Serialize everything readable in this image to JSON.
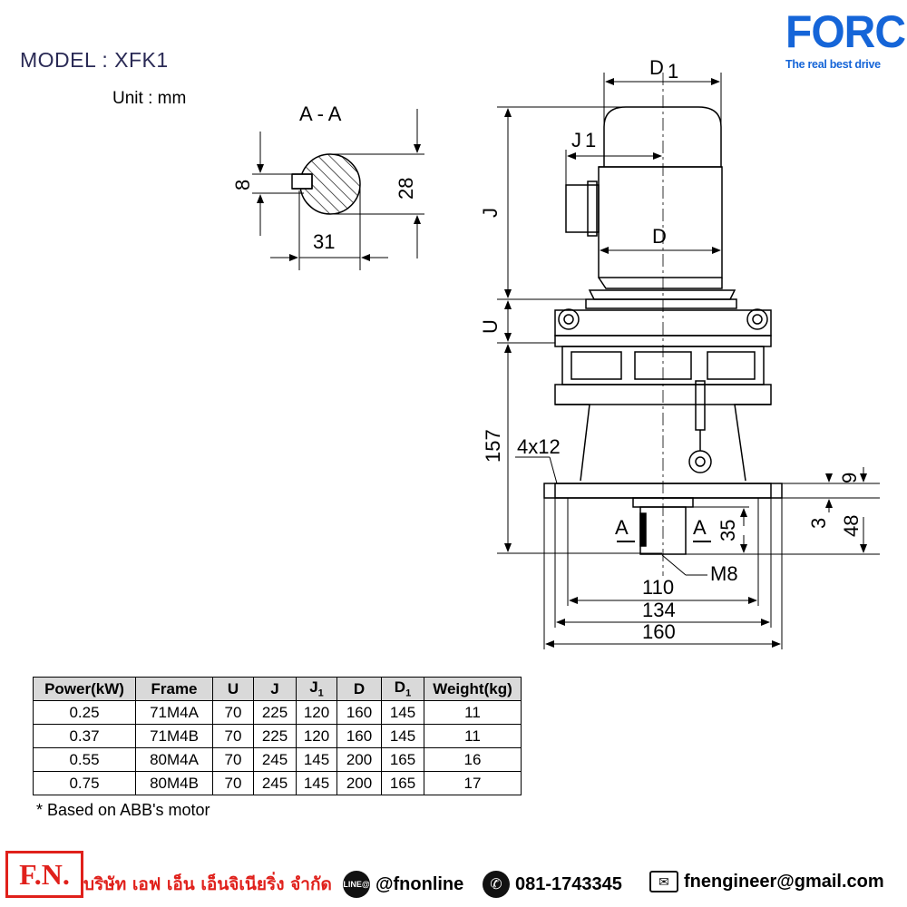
{
  "header": {
    "model": "MODEL : XFK1",
    "unit": "Unit : mm",
    "brand_name": "FORCE",
    "brand_tagline": "The real best drive"
  },
  "drawing": {
    "section_title": "A - A",
    "dims": {
      "d8": "8",
      "d28": "28",
      "d31": "31",
      "D1": "D",
      "D1_sub": "1",
      "J1": "J",
      "J1_sub": "1",
      "J": "J",
      "D": "D",
      "U": "U",
      "d157": "157",
      "holes": "4x12",
      "d9": "9",
      "d3": "3",
      "d48": "48",
      "d35": "35",
      "A_left": "A",
      "A_right": "A",
      "M8": "M8",
      "d110": "110",
      "d134": "134",
      "d160": "160"
    }
  },
  "table": {
    "headers": [
      "Power(kW)",
      "Frame",
      "U",
      "J",
      "J1",
      "D",
      "D1",
      "Weight(kg)"
    ],
    "rows": [
      [
        "0.25",
        "71M4A",
        "70",
        "225",
        "120",
        "160",
        "145",
        "11"
      ],
      [
        "0.37",
        "71M4B",
        "70",
        "225",
        "120",
        "160",
        "145",
        "11"
      ],
      [
        "0.55",
        "80M4A",
        "70",
        "245",
        "145",
        "200",
        "165",
        "16"
      ],
      [
        "0.75",
        "80M4B",
        "70",
        "245",
        "145",
        "200",
        "165",
        "17"
      ]
    ],
    "note": "* Based on ABB's motor"
  },
  "footer": {
    "logo": "F.N.",
    "company": "บริษัท เอฟ เอ็น เอ็นจิเนียริ่ง จำกัด",
    "line_icon_text": "LINE@",
    "line_id": "@fnonline",
    "phone": "081-1743345",
    "email": "fnengineer@gmail.com"
  },
  "colors": {
    "brand": "#1565d8",
    "footer_red": "#e0201b"
  }
}
